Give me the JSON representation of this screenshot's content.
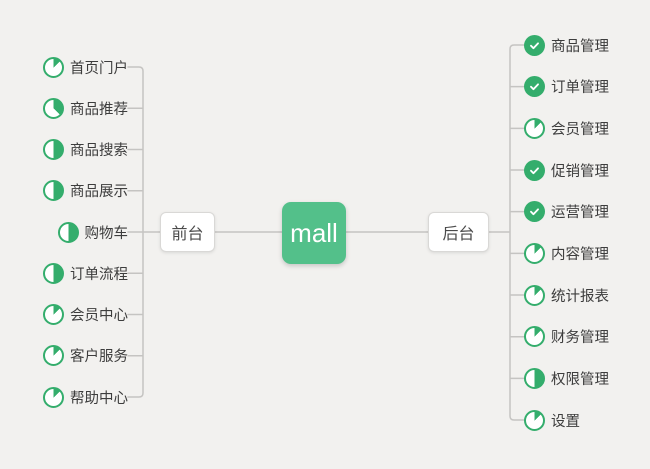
{
  "root": {
    "label": "mall"
  },
  "colors": {
    "node_green": "#53c08a",
    "icon_green": "#34ad6c",
    "line_gray": "#c5c4c2",
    "text_dark": "#3d3d3d"
  },
  "icons": {
    "pie_meaning": "task-progress-pie",
    "check_meaning": "task-done-check"
  },
  "left_branch": {
    "label": "前台",
    "items": [
      {
        "label": "首页门户",
        "icon": "pie",
        "progress": 12.5
      },
      {
        "label": "商品推荐",
        "icon": "pie",
        "progress": 37.5
      },
      {
        "label": "商品搜索",
        "icon": "pie",
        "progress": 50
      },
      {
        "label": "商品展示",
        "icon": "pie",
        "progress": 50
      },
      {
        "label": "购物车",
        "icon": "pie",
        "progress": 50
      },
      {
        "label": "订单流程",
        "icon": "pie",
        "progress": 50
      },
      {
        "label": "会员中心",
        "icon": "pie",
        "progress": 12.5
      },
      {
        "label": "客户服务",
        "icon": "pie",
        "progress": 12.5
      },
      {
        "label": "帮助中心",
        "icon": "pie",
        "progress": 12.5
      }
    ]
  },
  "right_branch": {
    "label": "后台",
    "items": [
      {
        "label": "商品管理",
        "icon": "check",
        "progress": 100
      },
      {
        "label": "订单管理",
        "icon": "check",
        "progress": 100
      },
      {
        "label": "会员管理",
        "icon": "pie",
        "progress": 12.5
      },
      {
        "label": "促销管理",
        "icon": "check",
        "progress": 100
      },
      {
        "label": "运营管理",
        "icon": "check",
        "progress": 100
      },
      {
        "label": "内容管理",
        "icon": "pie",
        "progress": 12.5
      },
      {
        "label": "统计报表",
        "icon": "pie",
        "progress": 12.5
      },
      {
        "label": "财务管理",
        "icon": "pie",
        "progress": 12.5
      },
      {
        "label": "权限管理",
        "icon": "pie",
        "progress": 50
      },
      {
        "label": "设置",
        "icon": "pie",
        "progress": 12.5
      }
    ]
  }
}
